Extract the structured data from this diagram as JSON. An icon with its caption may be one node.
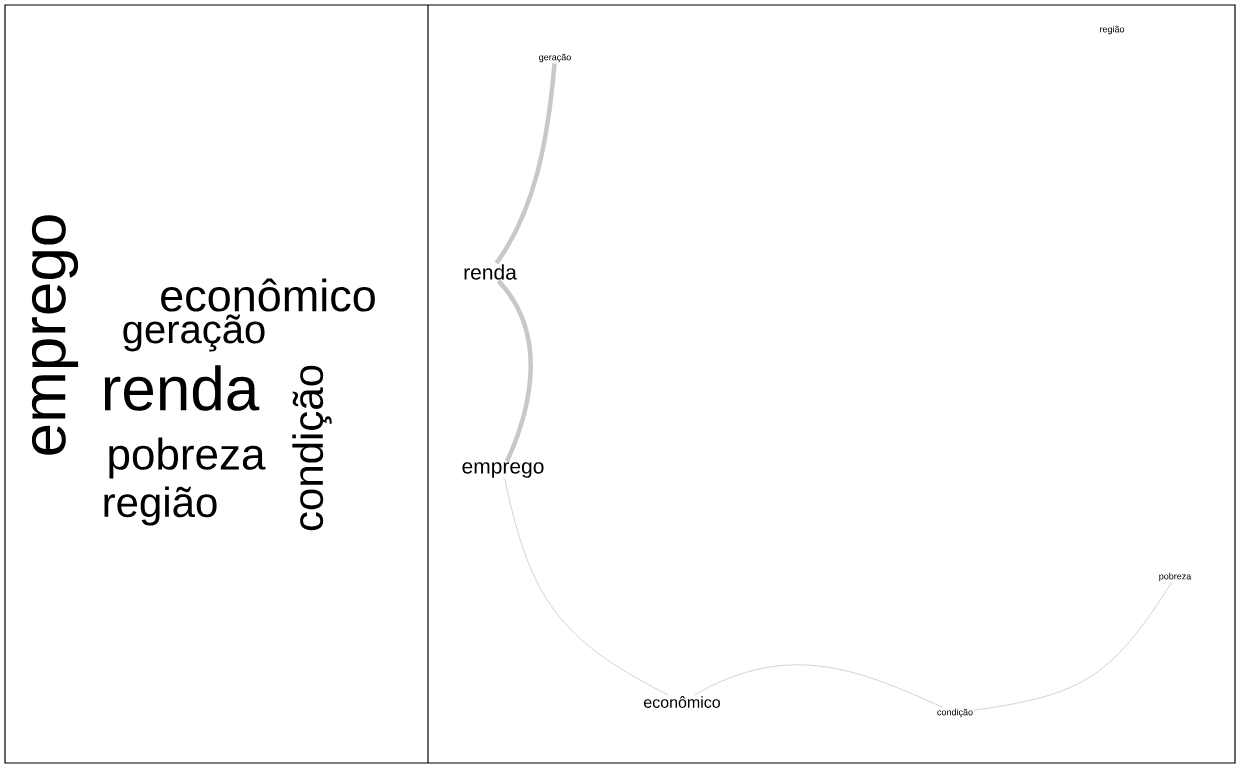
{
  "diagram": {
    "nodes": [
      {
        "text": [
          "geração"
        ]
      },
      {
        "text": [
          "região"
        ]
      },
      {
        "text": [
          "renda"
        ]
      },
      {
        "text": [
          "emprego"
        ]
      },
      {
        "text": [
          "pobreza"
        ]
      },
      {
        "text": [
          "econômico"
        ]
      },
      {
        "text": [
          "condição"
        ]
      }
    ],
    "edges": [
      {
        "from": 0,
        "to": 2,
        "arrow": "none",
        "style": "thick"
      },
      {
        "from": 2,
        "to": 3,
        "arrow": "none",
        "style": "thick"
      },
      {
        "from": 3,
        "to": 5,
        "arrow": "none"
      },
      {
        "from": 5,
        "to": 6,
        "arrow": "none"
      },
      {
        "from": 6,
        "to": 4,
        "arrow": "none"
      }
    ],
    "labels": [
      "emprego",
      "econômico",
      "geração",
      "renda",
      "pobreza",
      "região",
      "condição"
    ]
  }
}
